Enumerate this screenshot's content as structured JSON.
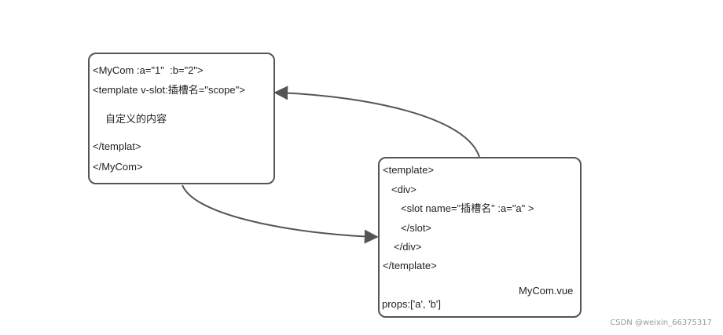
{
  "parent_box": {
    "lines": [
      "<MyCom :a=\"1\"  :b=\"2\">",
      "<template v-slot:插槽名=\"scope\">",
      "自定义的内容",
      "</templat>",
      "</MyCom>"
    ]
  },
  "child_box": {
    "lines": [
      "<template>",
      "<div>",
      "<slot name=\"插槽名\" :a=\"a\" >",
      "</slot>",
      "</div>",
      "</template>"
    ],
    "filename": "MyCom.vue",
    "props": "props:['a', 'b']"
  },
  "watermark": "CSDN @weixin_66375317",
  "colors": {
    "stroke": "#555555",
    "text": "#222222"
  }
}
